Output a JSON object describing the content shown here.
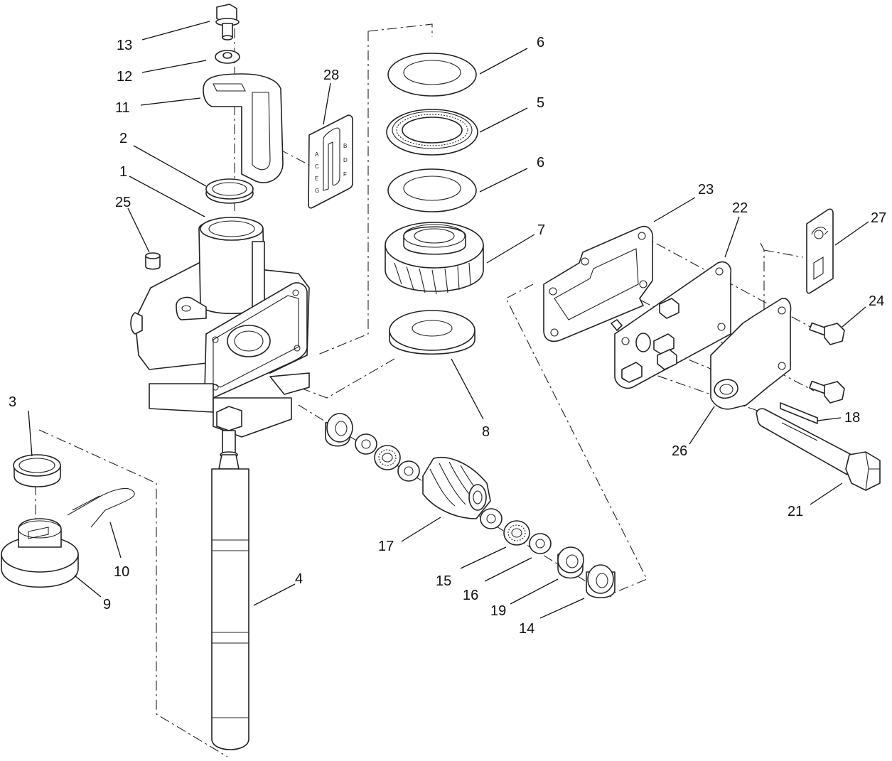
{
  "diagram": {
    "type": "exploded-parts-view",
    "callouts": [
      "1",
      "2",
      "3",
      "4",
      "5",
      "6",
      "6",
      "7",
      "8",
      "9",
      "10",
      "11",
      "12",
      "13",
      "14",
      "15",
      "16",
      "17",
      "18",
      "19",
      "21",
      "22",
      "23",
      "24",
      "25",
      "26",
      "27",
      "28"
    ],
    "decal_28_letters": [
      "A",
      "C",
      "E",
      "G",
      "B",
      "D",
      "F"
    ]
  },
  "colors": {
    "line": "#222222",
    "background": "#ffffff"
  }
}
